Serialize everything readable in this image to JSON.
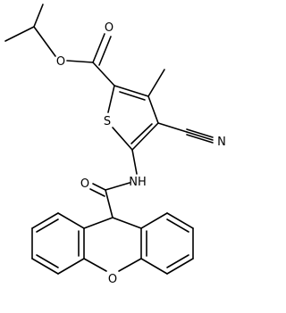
{
  "structure": {
    "atoms": {
      "ester_carbonyl_O": "O",
      "ester_O": "O",
      "thiophene_S": "S",
      "nitrile_N": "N",
      "amide_N": "NH",
      "amide_O": "O",
      "xanthene_O": "O"
    }
  }
}
